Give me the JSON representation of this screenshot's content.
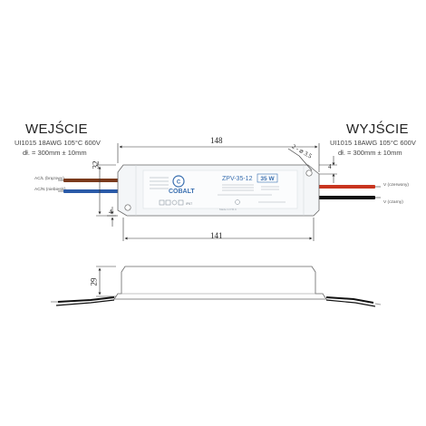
{
  "input": {
    "title": "WEJŚCIE",
    "spec_line1": "UI1015 18AWG 105°C 600V",
    "spec_line2": "dł. = 300mm ± 10mm",
    "wire_brown": "AC/L (brązowy)",
    "wire_blue": "AC/N (niebieski)"
  },
  "output": {
    "title": "WYJŚCIE",
    "spec_line1": "UI1015 18AWG 105°C 600V",
    "spec_line2": "dł. = 300mm ± 10mm",
    "wire_red": "V (czerwony)",
    "wire_black": "V (czarny)"
  },
  "dimensions": {
    "length_total": "148",
    "length_body": "141",
    "width": "32",
    "height": "29",
    "mount_hole": "2 - ⌀ 3.5",
    "tab_depth": "4",
    "tab_inner": "4"
  },
  "label": {
    "brand": "COBALT",
    "model": "ZPV-35-12",
    "power": "35 W",
    "ip": "IP67",
    "made_in": "Made in P.R.C"
  },
  "colors": {
    "wire_brown": "#7a3a1c",
    "wire_blue": "#2a5aa8",
    "wire_red": "#c8351f",
    "wire_black": "#111111",
    "housing": "#f4f6f8",
    "label_blue": "#3a6fb0"
  }
}
